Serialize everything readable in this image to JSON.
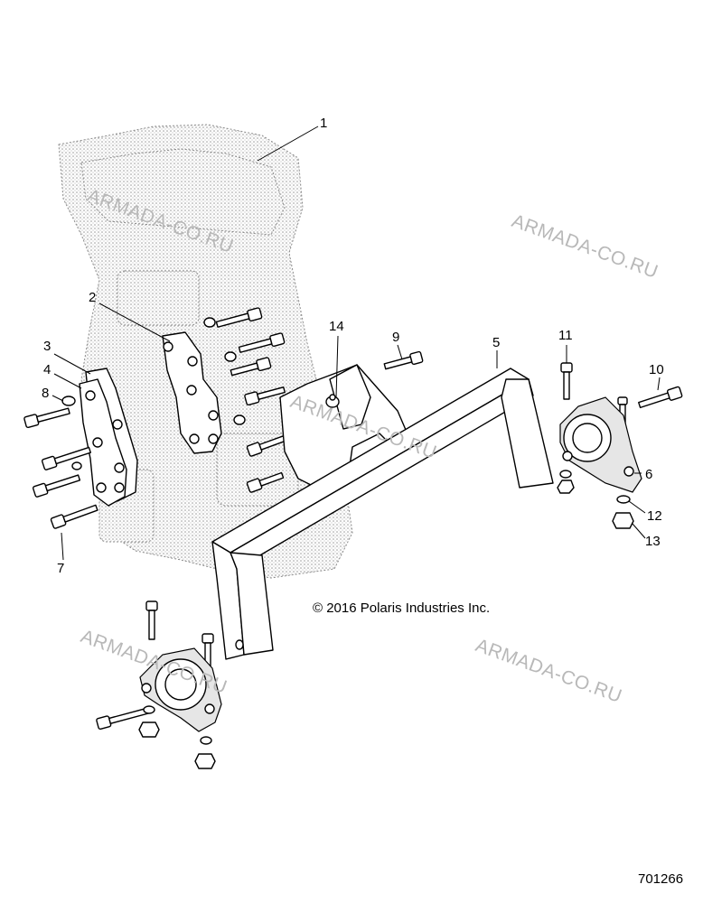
{
  "diagram": {
    "callouts": [
      {
        "id": "c1",
        "label": "1"
      },
      {
        "id": "c2",
        "label": "2"
      },
      {
        "id": "c3",
        "label": "3"
      },
      {
        "id": "c4",
        "label": "4"
      },
      {
        "id": "c5",
        "label": "5"
      },
      {
        "id": "c6",
        "label": "6"
      },
      {
        "id": "c7",
        "label": "7"
      },
      {
        "id": "c8",
        "label": "8"
      },
      {
        "id": "c9",
        "label": "9"
      },
      {
        "id": "c10",
        "label": "10"
      },
      {
        "id": "c11",
        "label": "11"
      },
      {
        "id": "c12",
        "label": "12"
      },
      {
        "id": "c13",
        "label": "13"
      },
      {
        "id": "c14",
        "label": "14"
      }
    ],
    "copyright": "© 2016 Polaris Industries Inc.",
    "document_number": "701266",
    "watermark": "ARMADA-CO.RU"
  }
}
